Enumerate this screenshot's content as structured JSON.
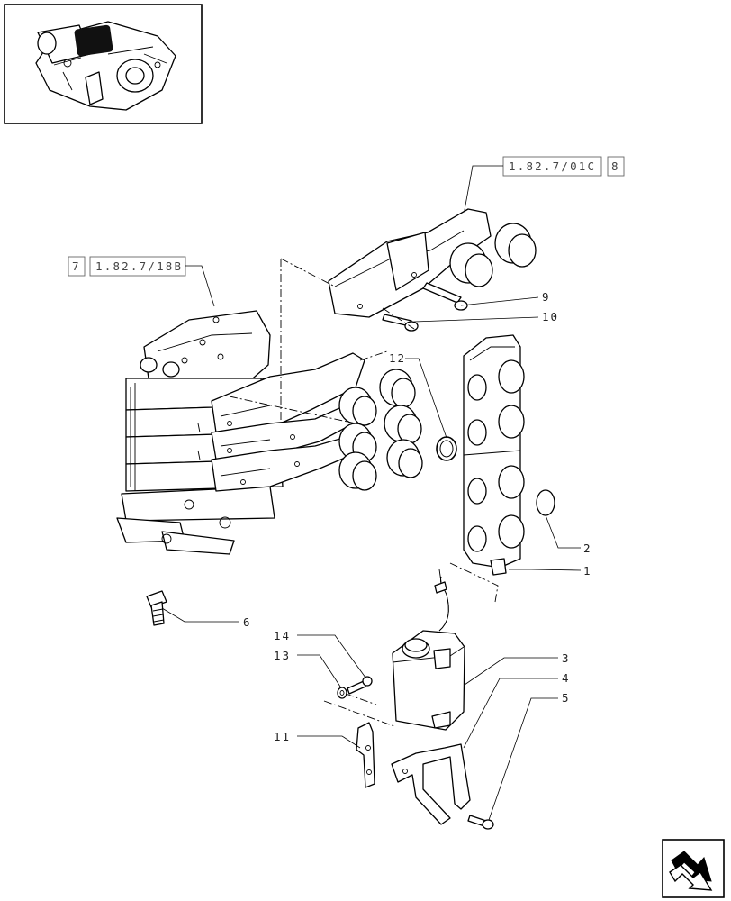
{
  "refs": {
    "top_right_code": "1.82.7/01C",
    "top_right_page": "8",
    "left_page": "7",
    "left_code": "1.82.7/18B"
  },
  "callouts": {
    "n1": "1",
    "n2": "2",
    "n3": "3",
    "n4": "4",
    "n5": "5",
    "n6": "6",
    "n9": "9",
    "n10": "10",
    "n11": "11",
    "n12": "12",
    "n13": "13",
    "n14": "14"
  },
  "icons": {
    "thumbnail": "assembly-thumbnail-icon",
    "nav": "next-page-arrow-icon"
  }
}
